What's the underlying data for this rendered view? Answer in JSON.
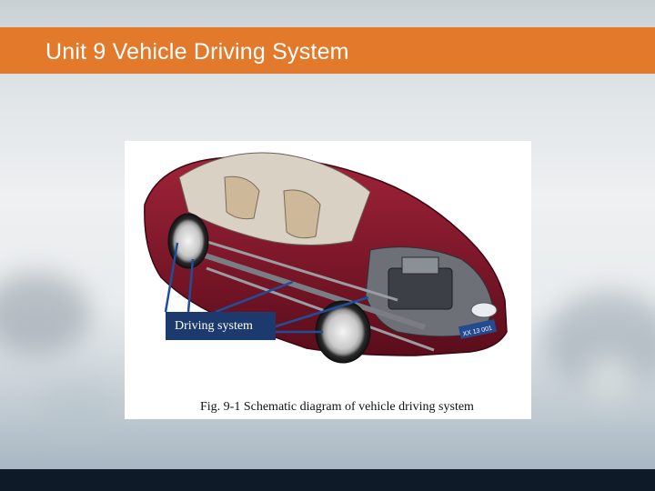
{
  "slide": {
    "title": "Unit 9 Vehicle Driving System"
  },
  "figure": {
    "label": "Driving system",
    "caption": "Fig. 9-1 Schematic diagram of vehicle driving system",
    "plate_text": "XX 13 001"
  },
  "colors": {
    "title_bar": "#e3792b",
    "bottom_bar": "#0e1a28",
    "label_box": "#1c3a6e",
    "car_body": "#7a1526",
    "pointer_lines": "#1f4f9a"
  }
}
